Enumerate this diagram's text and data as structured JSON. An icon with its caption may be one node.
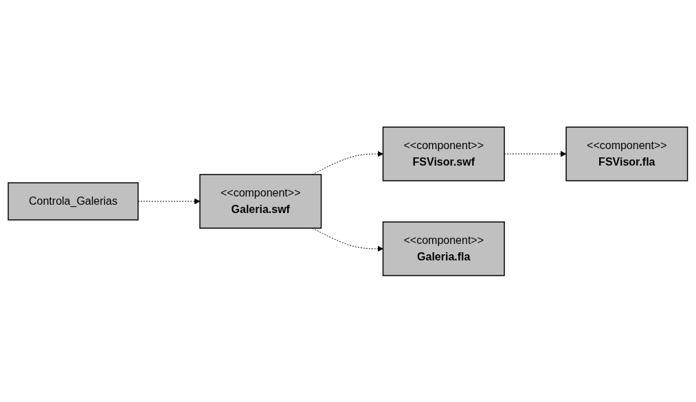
{
  "diagram": {
    "nodes": [
      {
        "text": [
          "<<component>>",
          "FSVisor.swf"
        ]
      },
      {
        "text": [
          "<<component>>",
          "FSVisor.fla"
        ]
      },
      {
        "text": [
          "Controla_Galerias"
        ]
      },
      {
        "text": [
          "<<component>>",
          "Galeria.swf"
        ]
      },
      {
        "text": [
          "<<component>>",
          "Galeria.fla"
        ]
      }
    ],
    "edges": [
      {
        "from": 0,
        "to": 1,
        "arrow": "to",
        "style": "dashed"
      },
      {
        "from": 2,
        "to": 3,
        "arrow": "to",
        "style": "dashed"
      },
      {
        "from": 3,
        "to": 0,
        "arrow": "to",
        "style": "dashed"
      },
      {
        "from": 3,
        "to": 4,
        "arrow": "to",
        "style": "dashed"
      }
    ]
  }
}
